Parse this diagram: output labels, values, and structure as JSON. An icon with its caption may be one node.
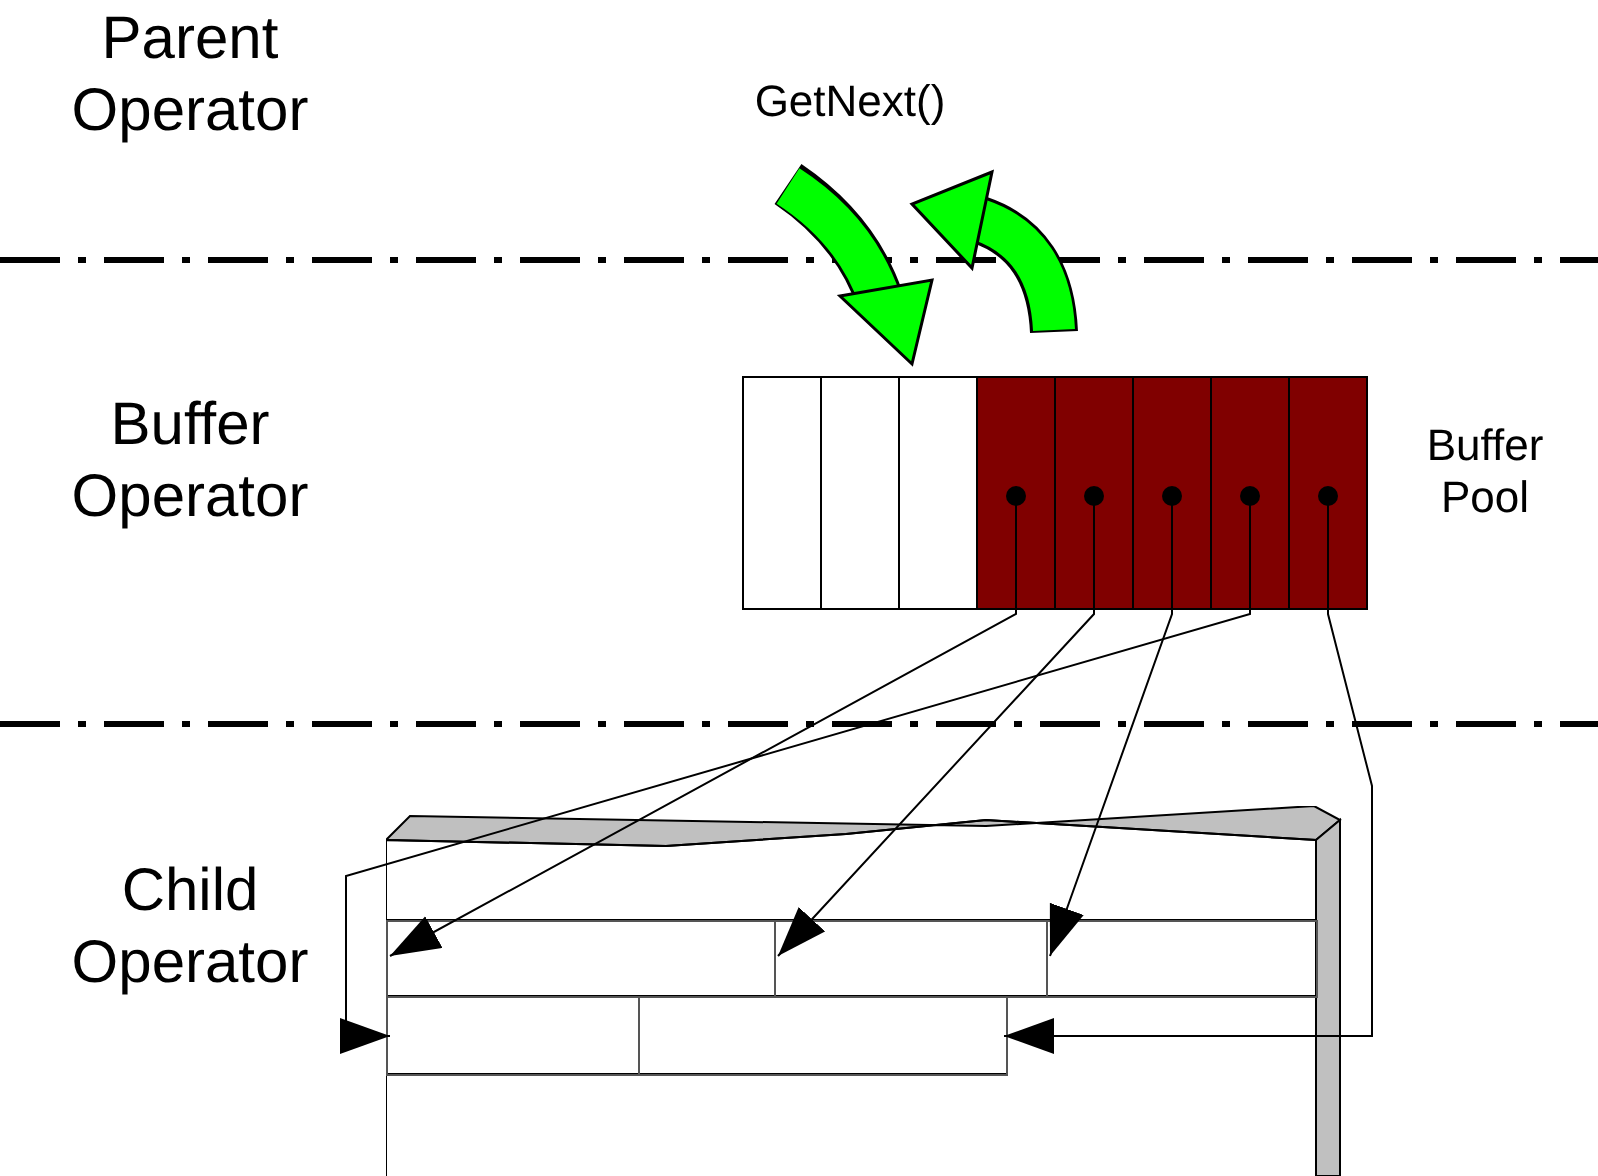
{
  "diagram": {
    "nodes": [
      {
        "text": [],
        "shape": "box"
      },
      {
        "text": [],
        "shape": "box"
      },
      {
        "text": [],
        "shape": "box"
      },
      {
        "text": [],
        "shape": "box"
      },
      {
        "text": [],
        "shape": "box"
      },
      {
        "text": [],
        "shape": "box"
      },
      {
        "text": [],
        "shape": "box"
      },
      {
        "text": [],
        "shape": "box"
      },
      {
        "text": [],
        "shape": "box"
      },
      {
        "text": [],
        "shape": "box",
        "in": 8
      },
      {
        "text": [],
        "shape": "box",
        "in": 8
      },
      {
        "text": [],
        "shape": "box",
        "in": 8
      },
      {
        "text": [],
        "shape": "box",
        "in": 8
      },
      {
        "text": [],
        "shape": "box",
        "in": 8
      }
    ],
    "edges": [
      {
        "from": 3,
        "to": 9,
        "arrow": "to"
      },
      {
        "from": 4,
        "to": 10,
        "arrow": "to"
      },
      {
        "from": 5,
        "to": 11,
        "arrow": "to"
      },
      {
        "from": 6,
        "to": 12,
        "arrow": "to"
      },
      {
        "from": 7,
        "to": 13,
        "arrow": "to"
      }
    ],
    "labels": [
      "Parent Operator",
      "GetNext()",
      "Buffer Operator",
      "Buffer Pool",
      "Child Operator"
    ]
  }
}
